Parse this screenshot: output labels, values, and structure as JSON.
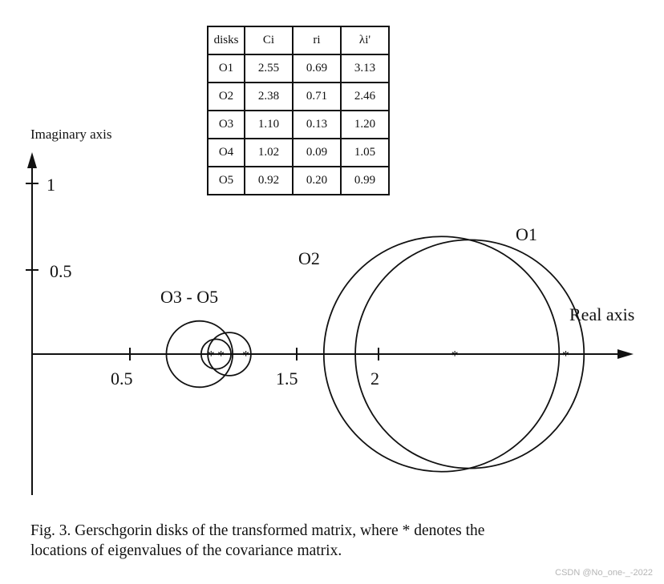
{
  "table": {
    "headers": [
      "disks",
      "Ci",
      "ri",
      "λi'"
    ],
    "rows": [
      [
        "O1",
        "2.55",
        "0.69",
        "3.13"
      ],
      [
        "O2",
        "2.38",
        "0.71",
        "2.46"
      ],
      [
        "O3",
        "1.10",
        "0.13",
        "1.20"
      ],
      [
        "O4",
        "1.02",
        "0.09",
        "1.05"
      ],
      [
        "O5",
        "0.92",
        "0.20",
        "0.99"
      ]
    ]
  },
  "figure": {
    "imag_axis_label": "Imaginary axis",
    "real_axis_label": "Real axis",
    "y_ticks": [
      "1",
      "0.5"
    ],
    "x_ticks": [
      "0.5",
      "1.5",
      "2"
    ],
    "label_O1": "O1",
    "label_O2": "O2",
    "label_O3_O5": "O3 - O5"
  },
  "chart_data": {
    "type": "scatter",
    "xlabel": "Real axis",
    "ylabel": "Imaginary axis",
    "x_ticks": [
      0.5,
      1.5,
      2
    ],
    "y_ticks": [
      0.5,
      1
    ],
    "disks": [
      {
        "name": "O1",
        "center": 2.55,
        "radius": 0.69
      },
      {
        "name": "O2",
        "center": 2.38,
        "radius": 0.71
      },
      {
        "name": "O3",
        "center": 1.1,
        "radius": 0.13
      },
      {
        "name": "O4",
        "center": 1.02,
        "radius": 0.09
      },
      {
        "name": "O5",
        "center": 0.92,
        "radius": 0.2
      }
    ],
    "eigenvalues": [
      3.13,
      2.46,
      1.2,
      1.05,
      0.99
    ]
  },
  "caption": {
    "line1": "Fig. 3.   Gerschgorin disks of the transformed matrix, where * denotes the",
    "line2": "locations of eigenvalues of the covariance matrix."
  },
  "watermark": "CSDN @No_one-_-2022"
}
